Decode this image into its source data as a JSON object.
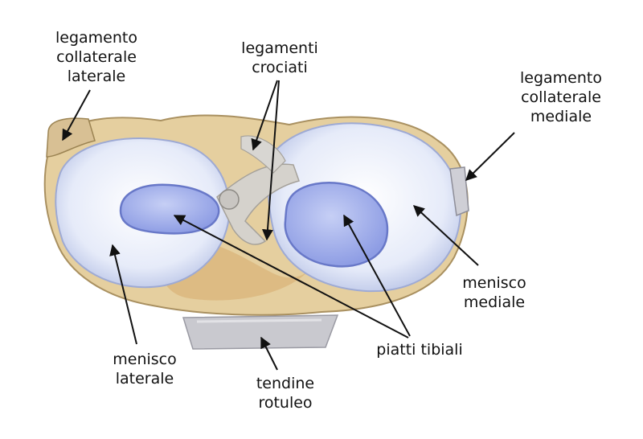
{
  "labels": {
    "lig_coll_lat": [
      "legamento",
      "collaterale",
      "laterale"
    ],
    "lig_crociati": [
      "legamenti",
      "crociati"
    ],
    "lig_coll_med": [
      "legamento",
      "collaterale",
      "mediale"
    ],
    "menisco_mediale": [
      "menisco",
      "mediale"
    ],
    "piatti_tibiali": [
      "piatti tibiali"
    ],
    "menisco_laterale": [
      "menisco",
      "laterale"
    ],
    "tendine_rotuleo": [
      "tendine",
      "rotuleo"
    ]
  },
  "colors": {
    "bone": "#e8d8b8",
    "bone_shadow": "#c9a878",
    "meniscus": "#eef2fb",
    "meniscus_edge": "#b7c1e2",
    "plateau": "#aab6ee",
    "plateau_edge": "#6f7fd0",
    "ligament": "#cfcfd6",
    "arrow": "#111111"
  }
}
